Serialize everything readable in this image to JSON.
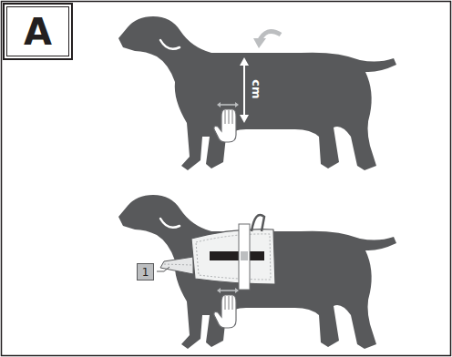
{
  "diagram": {
    "nodes": [
      {
        "text": [
          "A"
        ]
      },
      {
        "text": [
          "1"
        ]
      }
    ],
    "labels": [
      "cm"
    ]
  }
}
